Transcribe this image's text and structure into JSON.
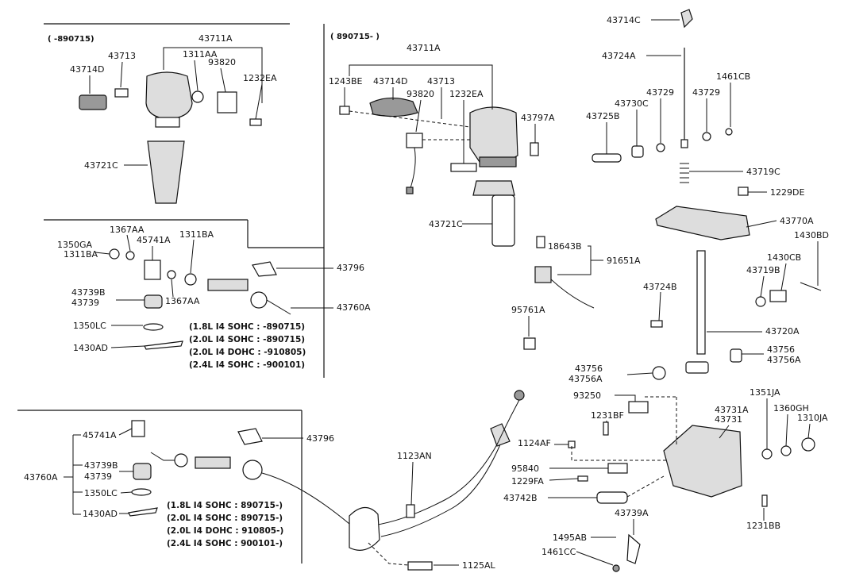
{
  "headers": {
    "top_left": "( -890715)",
    "top_middle": "( 890715- )"
  },
  "labels": {
    "l43711A_a": "43711A",
    "l1311AA": "1311AA",
    "l93820_a": "93820",
    "l1232EA_a": "1232EA",
    "l43713_a": "43713",
    "l43714D_a": "43714D",
    "l43721C_a": "43721C",
    "l43711A_b": "43711A",
    "l1243BE": "1243BE",
    "l43714D_b": "43714D",
    "l43713_b": "43713",
    "l93820_b": "93820",
    "l1232EA_b": "1232EA",
    "l43797A": "43797A",
    "l43721C_b": "43721C",
    "l1367AA_a": "1367AA",
    "l1311BA_a": "1311BA",
    "l45741A_a": "45741A",
    "l1350GA": "1350GA",
    "l1311BA_b": "1311BA",
    "l43739B_a": "43739B",
    "l43739_a": "43739",
    "l1367AA_b": "1367AA",
    "l1350LC_a": "1350LC",
    "l1430AD_a": "1430AD",
    "l43796_a": "43796",
    "l43760A_a": "43760A",
    "l43714C": "43714C",
    "l43724A": "43724A",
    "l1461CB": "1461CB",
    "l43729_a": "43729",
    "l43729_b": "43729",
    "l43730C": "43730C",
    "l43725B": "43725B",
    "l43719C": "43719C",
    "l1229DE": "1229DE",
    "l43770A": "43770A",
    "l1430BD": "1430BD",
    "l18643B": "18643B",
    "l91651A": "91651A",
    "l95761A": "95761A",
    "l1430CB": "1430CB",
    "l43719B": "43719B",
    "l43724B": "43724B",
    "l43720A": "43720A",
    "l43756_a": "43756",
    "l43756A_a": "43756A",
    "l43756_b": "43756",
    "l43756A_b": "43756A",
    "l93250": "93250",
    "l1231BF": "1231BF",
    "l1124AF": "1124AF",
    "l95840": "95840",
    "l1229FA": "1229FA",
    "l43742B": "43742B",
    "l43731A": "43731A",
    "l43731": "43731",
    "l1351JA": "1351JA",
    "l1360GH": "1360GH",
    "l1310JA": "1310JA",
    "l1231BB": "1231BB",
    "l43739A": "43739A",
    "l1495AB": "1495AB",
    "l1461CC": "1461CC",
    "l1123AN": "1123AN",
    "l1125AL": "1125AL",
    "l45741A_b": "45741A",
    "l43739B_b": "43739B",
    "l43739_b": "43739",
    "l43760A_b": "43760A",
    "l1350LC_b": "1350LC",
    "l1430AD_b": "1430AD",
    "l43796_b": "43796"
  },
  "spec_blocks": {
    "upper": [
      "(1.8L I4 SOHC : -890715)",
      "(2.0L I4 SOHC : -890715)",
      "(2.0L I4 DOHC : -910805)",
      "(2.4L I4 SOHC : -900101)"
    ],
    "lower": [
      "(1.8L I4 SOHC : 890715-)",
      "(2.0L I4 SOHC : 890715-)",
      "(2.0L I4 DOHC : 910805-)",
      "(2.4L I4 SOHC : 900101-)"
    ]
  }
}
